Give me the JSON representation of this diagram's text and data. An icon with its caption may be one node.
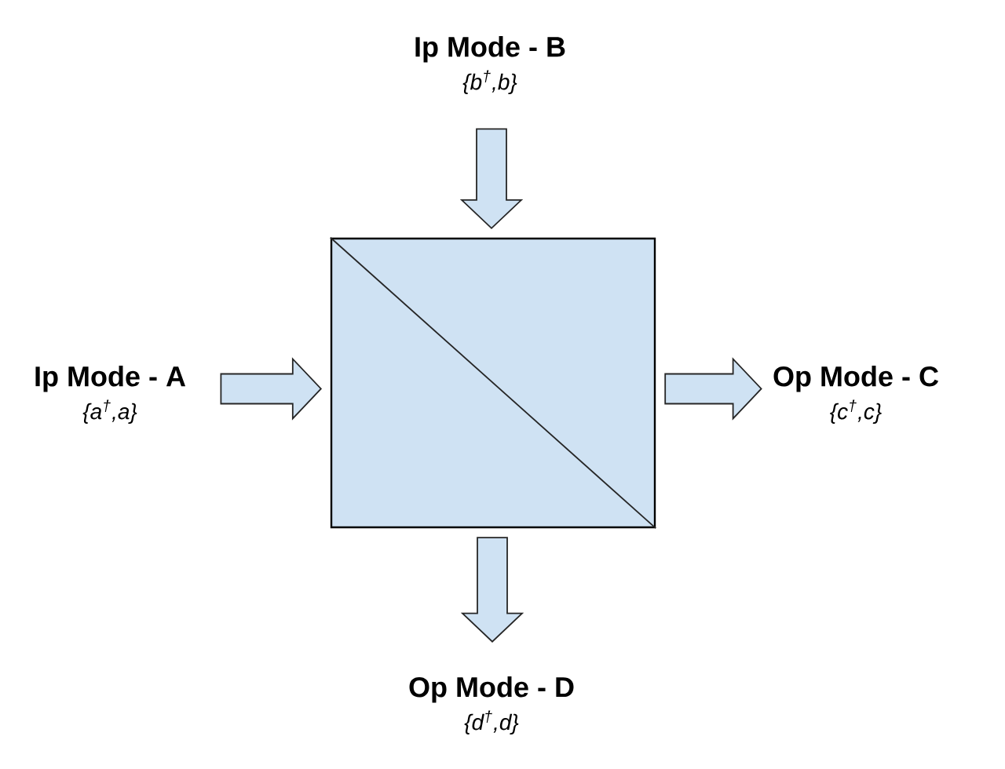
{
  "diagram": {
    "nodes": [
      {
        "text": [
          "Ip Mode - B",
          "{b$^{†}$,b}"
        ]
      },
      {
        "text": [
          "Ip Mode - A",
          "{a$^{†}$,a}"
        ]
      },
      {
        "text": [],
        "shape": "box"
      },
      {
        "text": [
          "Op Mode - C",
          "{c$^{†}$,c}"
        ]
      },
      {
        "text": [
          "Op Mode - D",
          "{d$^{†}$,d}"
        ]
      }
    ],
    "edges": [
      {
        "from": 0,
        "to": 2,
        "arrow": "to"
      },
      {
        "from": 1,
        "to": 2,
        "arrow": "to"
      },
      {
        "from": 2,
        "to": 3,
        "arrow": "to"
      },
      {
        "from": 2,
        "to": 4,
        "arrow": "to"
      }
    ]
  }
}
